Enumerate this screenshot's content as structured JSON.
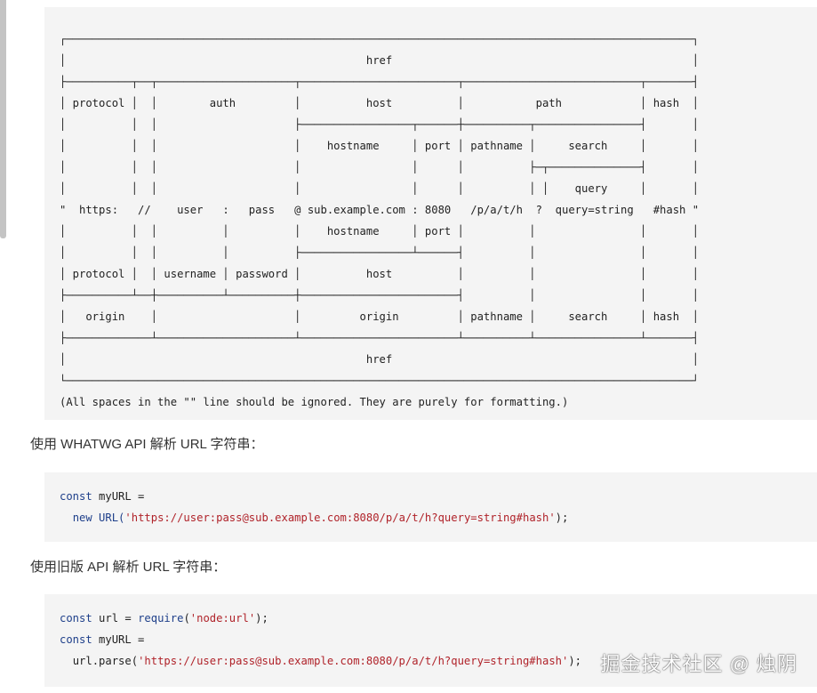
{
  "diagram": {
    "lines": [
      "┌────────────────────────────────────────────────────────────────────────────────────────────────┐",
      "│                                              href                                              │",
      "├──────────┬──┬─────────────────────┬────────────────────────┬───────────────────────────┬───────┤",
      "│ protocol │  │        auth         │          host          │           path            │ hash  │",
      "│          │  │                     ├─────────────────┬──────┼──────────┬────────────────┤       │",
      "│          │  │                     │    hostname     │ port │ pathname │     search     │       │",
      "│          │  │                     │                 │      │          ├─┬──────────────┤       │",
      "│          │  │                     │                 │      │          │ │    query     │       │",
      "\"  https:   //    user   :   pass   @ sub.example.com : 8080   /p/a/t/h  ?  query=string   #hash \"",
      "│          │  │          │          │    hostname     │ port │          │                │       │",
      "│          │  │          │          ├─────────────────┴──────┤          │                │       │",
      "│ protocol │  │ username │ password │          host          │          │                │       │",
      "├──────────┴──┼──────────┴──────────┼────────────────────────┤          │                │       │",
      "│   origin    │                     │         origin         │ pathname │     search     │ hash  │",
      "├─────────────┴─────────────────────┴────────────────────────┴──────────┴────────────────┴───────┤",
      "│                                              href                                              │",
      "└────────────────────────────────────────────────────────────────────────────────────────────────┘",
      "(All spaces in the \"\" line should be ignored. They are purely for formatting.)"
    ]
  },
  "para1": "使用 WHATWG API 解析 URL 字符串：",
  "code1": {
    "kw_const": "const",
    "var_name": " myURL =",
    "indent": "  ",
    "kw_new": "new",
    "fn_url": " URL(",
    "str_url": "'https://user:pass@sub.example.com:8080/p/a/t/h?query=string#hash'",
    "close": ");"
  },
  "para2": "使用旧版 API 解析 URL 字符串：",
  "code2": {
    "kw_const": "const",
    "line1_mid": " url = ",
    "fn_require": "require",
    "open": "(",
    "str_module": "'node:url'",
    "close": ");",
    "kw_const2": "const",
    "var_name": " myURL =",
    "indent": "  ",
    "call_parse": "url.parse(",
    "str_url": "'https://user:pass@sub.example.com:8080/p/a/t/h?query=string#hash'",
    "close2": ");"
  },
  "watermark": "掘金技术社区 @ 烛阴",
  "colors": {
    "keyword": "#1e3f8a",
    "string": "#b0232a",
    "block_bg": "#f4f4f4",
    "text": "#333333"
  }
}
